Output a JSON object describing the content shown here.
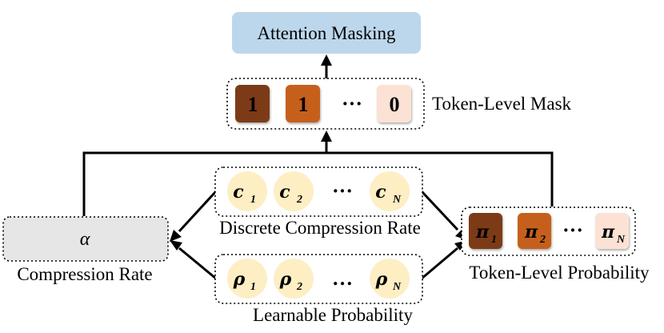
{
  "attention_masking": {
    "label": "Attention Masking",
    "color": "#bcd7ec"
  },
  "token_level_mask": {
    "label": "Token-Level Mask",
    "tokens": [
      {
        "text": "1",
        "color": "#7b3a12"
      },
      {
        "text": "1",
        "color": "#c5601c"
      },
      {
        "text": "0",
        "color": "#fce2d4"
      }
    ],
    "ellipsis": "···"
  },
  "compression_rate": {
    "label": "Compression Rate",
    "symbol": "α",
    "color": "#e6e6e6"
  },
  "discrete_compression_rate": {
    "label": "Discrete Compression Rate",
    "items": [
      {
        "base": "c",
        "sub": "1"
      },
      {
        "base": "c",
        "sub": "2"
      },
      {
        "base": "c",
        "sub": "N"
      }
    ],
    "ellipsis": "···",
    "circle_color": "#fdeec4"
  },
  "learnable_probability": {
    "label": "Learnable Probability",
    "items": [
      {
        "base": "ρ",
        "sub": "1"
      },
      {
        "base": "ρ",
        "sub": "2"
      },
      {
        "base": "ρ",
        "sub": "N"
      }
    ],
    "ellipsis": "…",
    "circle_color": "#fdeec4"
  },
  "token_level_probability": {
    "label": "Token-Level Probability",
    "items": [
      {
        "base": "π",
        "sub": "1",
        "color": "#7b3a12"
      },
      {
        "base": "π",
        "sub": "2",
        "color": "#c5601c"
      },
      {
        "base": "π",
        "sub": "N",
        "color": "#fce2d4"
      }
    ],
    "ellipsis": "···"
  }
}
